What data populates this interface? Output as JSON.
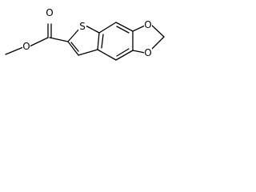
{
  "molecule": {
    "atoms": {
      "ester_oxygen": "O",
      "carbonyl_oxygen": "O",
      "thiophene_sulfur": "S",
      "dioxole_oxygen_top": "O",
      "dioxole_oxygen_bottom": "O"
    },
    "colors": {
      "bond": "#000000",
      "background": "#ffffff"
    }
  }
}
